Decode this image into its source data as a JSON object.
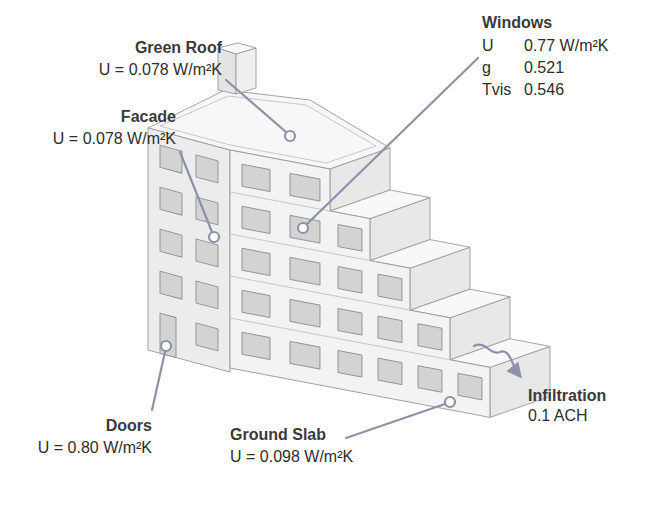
{
  "diagram": {
    "labels": [
      "Green Roof",
      "U = 0.078 W/m²K",
      "Facade",
      "U = 0.078 W/m²K",
      "Windows",
      "U",
      "0.77 W/m²K",
      "g",
      "0.521",
      "Tvis",
      "0.546",
      "Doors",
      "U = 0.80 W/m²K",
      "Ground Slab",
      "U = 0.098 W/m²K",
      "Infiltration",
      "0.1 ACH"
    ]
  }
}
